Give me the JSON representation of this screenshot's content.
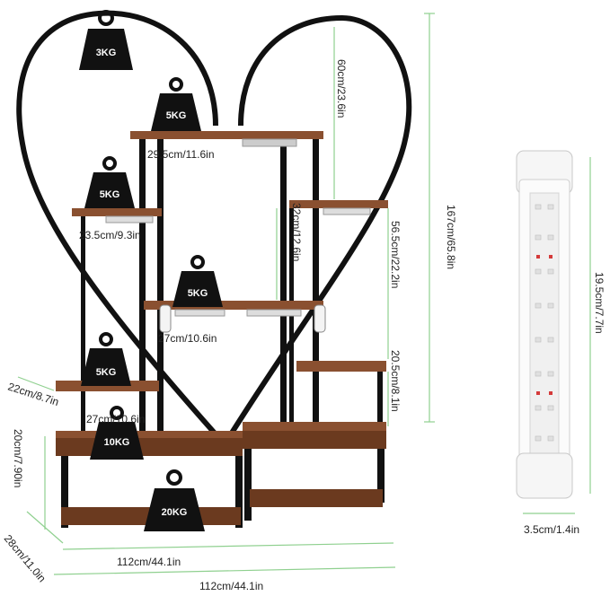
{
  "colors": {
    "frame": "#111111",
    "wood": "#6b3a1f",
    "dimension_line": "#8fd08f",
    "weight_icon": "#111111",
    "led_body": "#f4f4f4"
  },
  "weights": {
    "top": "3KG",
    "upper_middle": "5KG",
    "left_upper": "5KG",
    "center": "5KG",
    "left_lower": "5KG",
    "left_bottom": "10KG",
    "bottom": "20KG"
  },
  "dimensions": {
    "top_shelf_width": "29.5cm/11.6in",
    "left_shelf_width": "23.5cm/9.3in",
    "center_shelf_width": "27cm/10.6in",
    "lower_shelf_width": "27cm/10.6in",
    "left_shelf_depth": "22cm/8.7in",
    "bottom_height": "20cm/7.90in",
    "base_depth": "28cm/11.0in",
    "base_width": "112cm/44.1in",
    "overall_width": "112cm/44.1in",
    "arc_height": "60cm/23.6in",
    "middle_gap": "32cm/12.6in",
    "right_section_height": "56.5cm/22.2in",
    "right_lower_height": "20.5cm/8.1in",
    "total_height": "167cm/65.8in",
    "led_length": "19.5cm/7.7in",
    "led_width": "3.5cm/1.4in"
  }
}
